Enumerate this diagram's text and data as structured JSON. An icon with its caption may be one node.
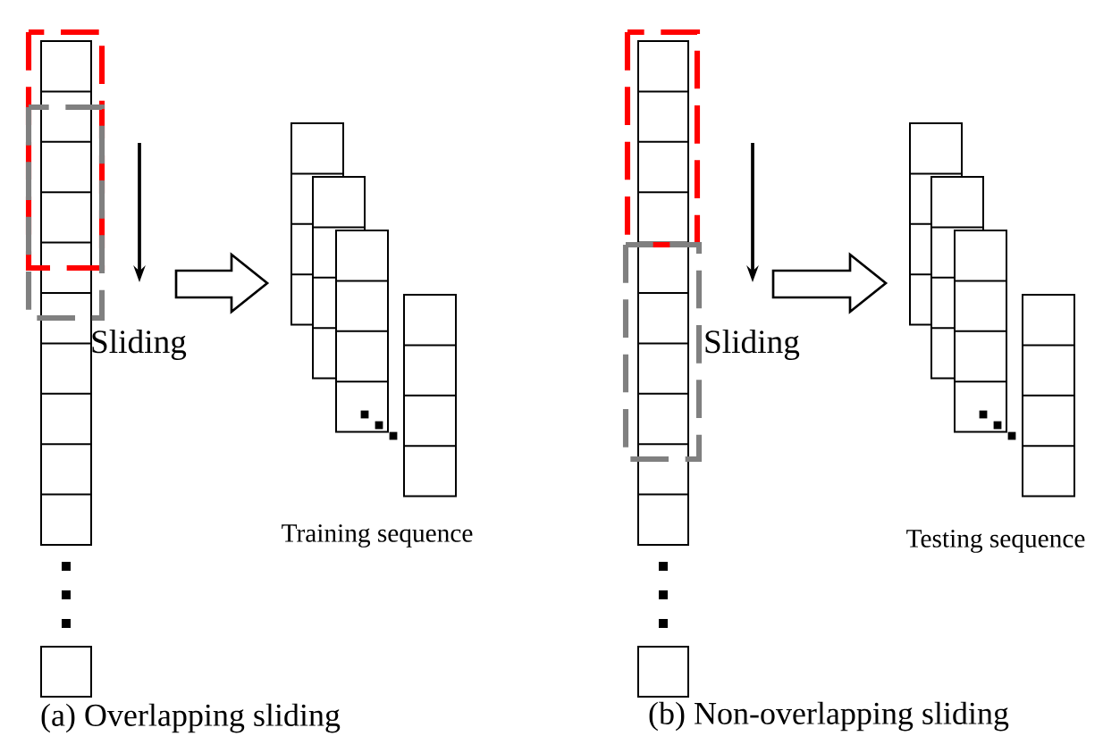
{
  "diagram": {
    "nodes": [
      {
        "text": [],
        "shape": "bar"
      },
      {
        "text": [],
        "shape": "box",
        "beside": [
          "Training sequence"
        ]
      },
      {
        "text": [],
        "shape": "bar"
      },
      {
        "text": [],
        "shape": "box",
        "beside": [
          "Testing sequence"
        ]
      }
    ],
    "edges": [
      {
        "from": 0,
        "to": 1,
        "arrow": "to"
      },
      {
        "from": 2,
        "to": 3,
        "arrow": "to"
      }
    ],
    "labels": [
      "Sliding",
      "(a) Overlapping sliding",
      "Sliding",
      "(b) Non-overlapping sliding"
    ]
  }
}
